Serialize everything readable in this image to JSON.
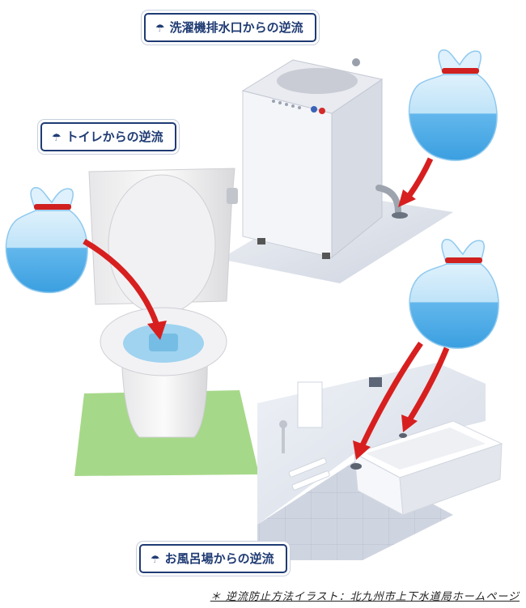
{
  "labels": {
    "washing_machine": "洗濯機排水口からの逆流",
    "toilet": "トイレからの逆流",
    "bathroom": "お風呂場からの逆流"
  },
  "caption": "＊ 逆流防止方法イラスト：北九州市上下水道局ホームページ",
  "icons": {
    "label_icon": "umbrella-pin-icon"
  },
  "colors": {
    "label_border": "#1f3b73",
    "water": "#7cc4f0",
    "bag_tie": "#d0201f",
    "arrow": "#d71f1f",
    "toilet_mat": "#a6d889",
    "floor": "#dfe3ec"
  }
}
